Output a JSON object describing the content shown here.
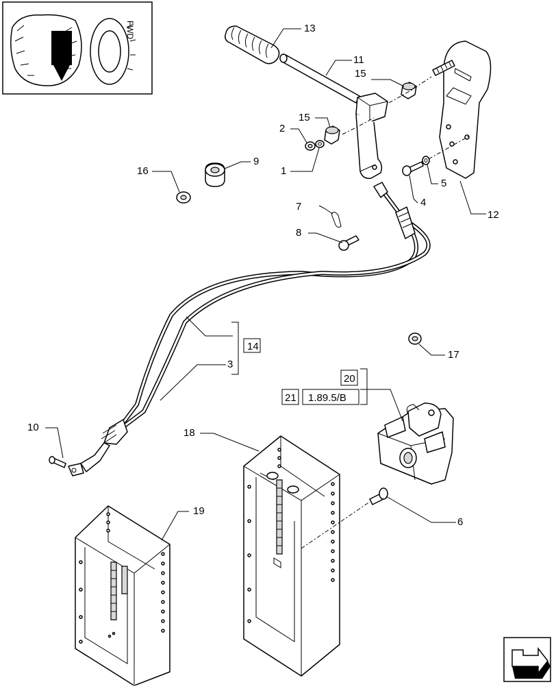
{
  "callouts": {
    "c1": "1",
    "c2": "2",
    "c3": "3",
    "c4": "4",
    "c5": "5",
    "c6": "6",
    "c7": "7",
    "c8": "8",
    "c9": "9",
    "c10": "10",
    "c11": "11",
    "c12": "12",
    "c13": "13",
    "c14": "14",
    "c15a": "15",
    "c15b": "15",
    "c16": "16",
    "c17": "17",
    "c18": "18",
    "c19": "19",
    "c20": "20",
    "c21": "21"
  },
  "reference": {
    "page_ref": "1.89.5/B"
  },
  "icons": {
    "thumbnail": "tractor-thumbnail-icon",
    "nav": "next-page-arrow-icon"
  }
}
